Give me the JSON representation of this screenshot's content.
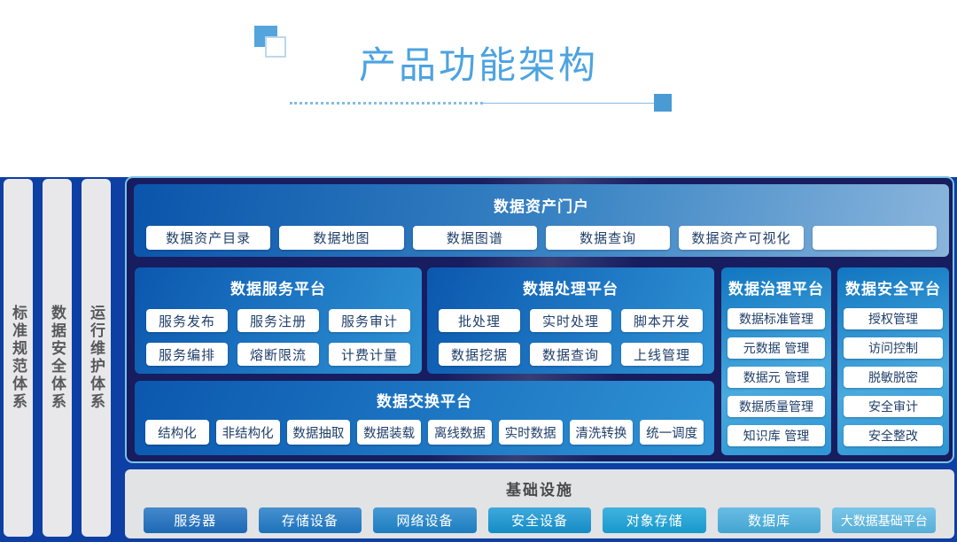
{
  "header": {
    "title": "产品功能架构"
  },
  "side_systems": [
    {
      "label": "标准规范体系"
    },
    {
      "label": "数据安全体系"
    },
    {
      "label": "运行维护体系"
    }
  ],
  "portal": {
    "title": "数据资产门户",
    "items": [
      "数据资产目录",
      "数据地图",
      "数据图谱",
      "数据查询",
      "数据资产可视化",
      ""
    ]
  },
  "platforms": {
    "service": {
      "title": "数据服务平台",
      "items": [
        "服务发布",
        "服务注册",
        "服务审计",
        "服务编排",
        "熔断限流",
        "计费计量"
      ]
    },
    "processing": {
      "title": "数据处理平台",
      "items": [
        "批处理",
        "实时处理",
        "脚本开发",
        "数据挖据",
        "数据查询",
        "上线管理"
      ]
    },
    "governance": {
      "title": "数据治理平台",
      "items": [
        "数据标准管理",
        "元数据 管理",
        "数据元 管理",
        "数据质量管理",
        "知识库 管理"
      ]
    },
    "security": {
      "title": "数据安全平台",
      "items": [
        "授权管理",
        "访问控制",
        "脱敏脱密",
        "安全审计",
        "安全整改"
      ]
    },
    "exchange": {
      "title": "数据交换平台",
      "items": [
        "结构化",
        "非结构化",
        "数据抽取",
        "数据装载",
        "离线数据",
        "实时数据",
        "清洗转换",
        "统一调度"
      ]
    }
  },
  "infrastructure": {
    "title": "基础设施",
    "items": [
      "服务器",
      "存储设备",
      "网络设备",
      "安全设备",
      "对象存储",
      "数据库",
      "大数据基础平台"
    ]
  },
  "colors": {
    "title_blue": "#4da3e0",
    "region_background": "#0d3fa4",
    "container_navy": "#171d5f",
    "container_border": "#7cc2e8",
    "panel_gradient_dark": "#0b57ae",
    "panel_gradient_light": "#2f93d5",
    "cyan_panel_light": "#49aade",
    "side_bar_gray": "#e8e8ea",
    "infra_gray": "#e2e3e5",
    "infra_button_left": "#1d6fc0",
    "infra_button_right": "#5cb9e4"
  }
}
